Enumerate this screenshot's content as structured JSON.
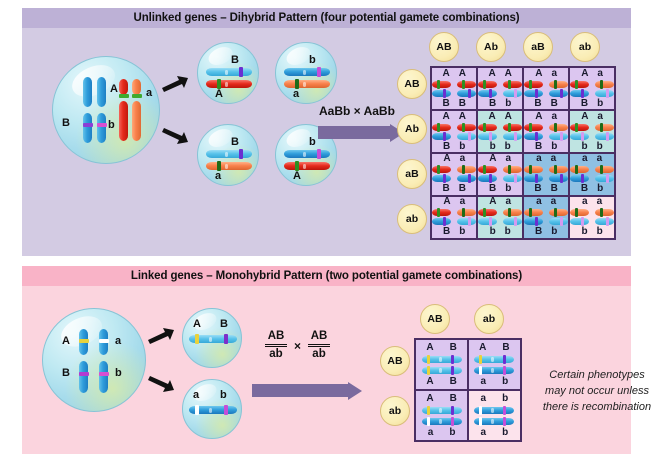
{
  "top": {
    "title": "Unlinked genes – Dihybrid Pattern (four potential gamete combinations)",
    "parent_cell": {
      "labels": {
        "A": "A",
        "a": "a",
        "B": "B",
        "b": "b"
      }
    },
    "gametes": [
      {
        "name": "gamete-AB",
        "top_label": "B",
        "bottom_label": "A"
      },
      {
        "name": "gamete-ab",
        "top_label": "b",
        "bottom_label": "a"
      },
      {
        "name": "gamete-aB",
        "top_label": "B",
        "bottom_label": "a"
      },
      {
        "name": "gamete-Ab",
        "top_label": "b",
        "bottom_label": "A"
      }
    ],
    "cross_label": "AaBb × AaBb",
    "column_headers": [
      "AB",
      "Ab",
      "aB",
      "ab"
    ],
    "row_headers": [
      "AB",
      "Ab",
      "aB",
      "ab"
    ],
    "grid": [
      [
        {
          "top": [
            "A",
            "A"
          ],
          "bottom": [
            "B",
            "B"
          ],
          "color": "purple"
        },
        {
          "top": [
            "A",
            "A"
          ],
          "bottom": [
            "B",
            "b"
          ],
          "color": "purple"
        },
        {
          "top": [
            "A",
            "a"
          ],
          "bottom": [
            "B",
            "B"
          ],
          "color": "purple"
        },
        {
          "top": [
            "A",
            "a"
          ],
          "bottom": [
            "B",
            "b"
          ],
          "color": "purple"
        }
      ],
      [
        {
          "top": [
            "A",
            "A"
          ],
          "bottom": [
            "B",
            "b"
          ],
          "color": "purple"
        },
        {
          "top": [
            "A",
            "A"
          ],
          "bottom": [
            "b",
            "b"
          ],
          "color": "teal"
        },
        {
          "top": [
            "A",
            "a"
          ],
          "bottom": [
            "B",
            "b"
          ],
          "color": "purple"
        },
        {
          "top": [
            "A",
            "a"
          ],
          "bottom": [
            "b",
            "b"
          ],
          "color": "teal"
        }
      ],
      [
        {
          "top": [
            "A",
            "a"
          ],
          "bottom": [
            "B",
            "B"
          ],
          "color": "purple"
        },
        {
          "top": [
            "A",
            "a"
          ],
          "bottom": [
            "B",
            "b"
          ],
          "color": "purple"
        },
        {
          "top": [
            "a",
            "a"
          ],
          "bottom": [
            "B",
            "B"
          ],
          "color": "blue"
        },
        {
          "top": [
            "a",
            "a"
          ],
          "bottom": [
            "B",
            "b"
          ],
          "color": "blue"
        }
      ],
      [
        {
          "top": [
            "A",
            "a"
          ],
          "bottom": [
            "B",
            "b"
          ],
          "color": "purple"
        },
        {
          "top": [
            "A",
            "a"
          ],
          "bottom": [
            "b",
            "b"
          ],
          "color": "teal"
        },
        {
          "top": [
            "a",
            "a"
          ],
          "bottom": [
            "B",
            "b"
          ],
          "color": "blue"
        },
        {
          "top": [
            "a",
            "a"
          ],
          "bottom": [
            "b",
            "b"
          ],
          "color": "pink"
        }
      ]
    ]
  },
  "bottom": {
    "title": "Linked genes – Monohybrid Pattern (two potential gamete combinations)",
    "parent_cell": {
      "labels": {
        "A": "A",
        "a": "a",
        "B": "B",
        "b": "b"
      }
    },
    "gametes": [
      {
        "name": "gamete-AB",
        "left_label": "A",
        "right_label": "B"
      },
      {
        "name": "gamete-ab",
        "left_label": "a",
        "right_label": "b"
      }
    ],
    "cross": {
      "left_num": "AB",
      "left_den": "ab",
      "operator": "×",
      "right_num": "AB",
      "right_den": "ab"
    },
    "column_headers": [
      "AB",
      "ab"
    ],
    "row_headers": [
      "AB",
      "ab"
    ],
    "grid": [
      [
        {
          "top": [
            "A",
            "B"
          ],
          "bottom": [
            "A",
            "B"
          ],
          "color": "purple"
        },
        {
          "top": [
            "A",
            "B"
          ],
          "bottom": [
            "a",
            "b"
          ],
          "color": "purple"
        }
      ],
      [
        {
          "top": [
            "A",
            "B"
          ],
          "bottom": [
            "a",
            "b"
          ],
          "color": "purple"
        },
        {
          "top": [
            "a",
            "b"
          ],
          "bottom": [
            "a",
            "b"
          ],
          "color": "pink"
        }
      ]
    ],
    "note_line1": "Certain phenotypes",
    "note_line2": "may not occur unless",
    "note_line3": "there is recombination"
  },
  "colors": {
    "band_top": "#bdb1d6",
    "band_bottom": "#f9b3c7",
    "body_top": "#d3cbe3",
    "body_bottom": "#fbd4de",
    "arrow": "#7a6a9e",
    "grid_border": "#4a2e63",
    "cell_purple": "#dcc6f0",
    "cell_teal": "#bfe4e2",
    "cell_blue": "#8fc0e3",
    "cell_pink": "#fce3ec",
    "gamete_circle": "#faedb6"
  }
}
